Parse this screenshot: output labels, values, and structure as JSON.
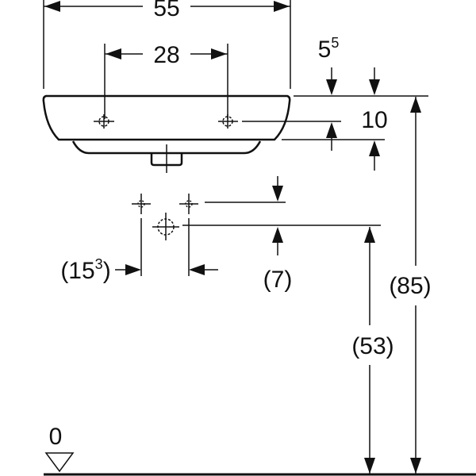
{
  "dimensions": {
    "overall_width": "55",
    "tap_hole_spacing": "28",
    "rim_thickness_base": "5",
    "rim_thickness_sup": "5",
    "basin_height": "10",
    "supply_spacing_base": "(15",
    "supply_spacing_sup": "3",
    "supply_spacing_close": ")",
    "supply_drain_offset": "(7)",
    "drain_height": "(53)",
    "rim_height": "(85)",
    "floor_level": "0"
  }
}
